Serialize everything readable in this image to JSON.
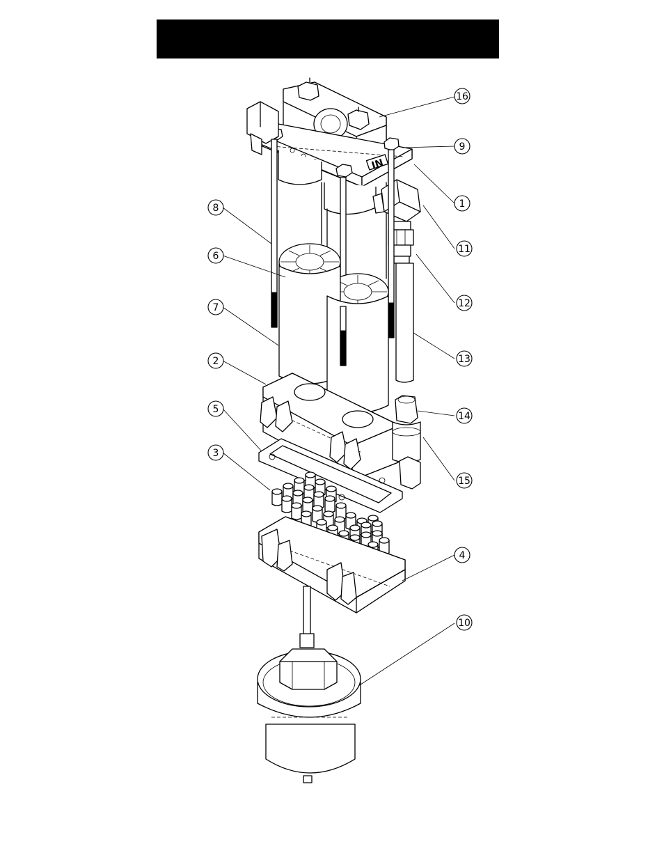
{
  "header": {
    "title": "",
    "bar_color": "#000000"
  },
  "diagram": {
    "background": "#ffffff",
    "line_color": "#000000",
    "fitting_label": "IN",
    "callouts": [
      {
        "id": "callout-16",
        "label": "16"
      },
      {
        "id": "callout-9",
        "label": "9"
      },
      {
        "id": "callout-1",
        "label": "1"
      },
      {
        "id": "callout-11",
        "label": "11"
      },
      {
        "id": "callout-8",
        "label": "8"
      },
      {
        "id": "callout-12",
        "label": "12"
      },
      {
        "id": "callout-6",
        "label": "6"
      },
      {
        "id": "callout-7",
        "label": "7"
      },
      {
        "id": "callout-13",
        "label": "13"
      },
      {
        "id": "callout-2",
        "label": "2"
      },
      {
        "id": "callout-5",
        "label": "5"
      },
      {
        "id": "callout-14",
        "label": "14"
      },
      {
        "id": "callout-3",
        "label": "3"
      },
      {
        "id": "callout-15",
        "label": "15"
      },
      {
        "id": "callout-4",
        "label": "4"
      },
      {
        "id": "callout-10",
        "label": "10"
      }
    ]
  }
}
